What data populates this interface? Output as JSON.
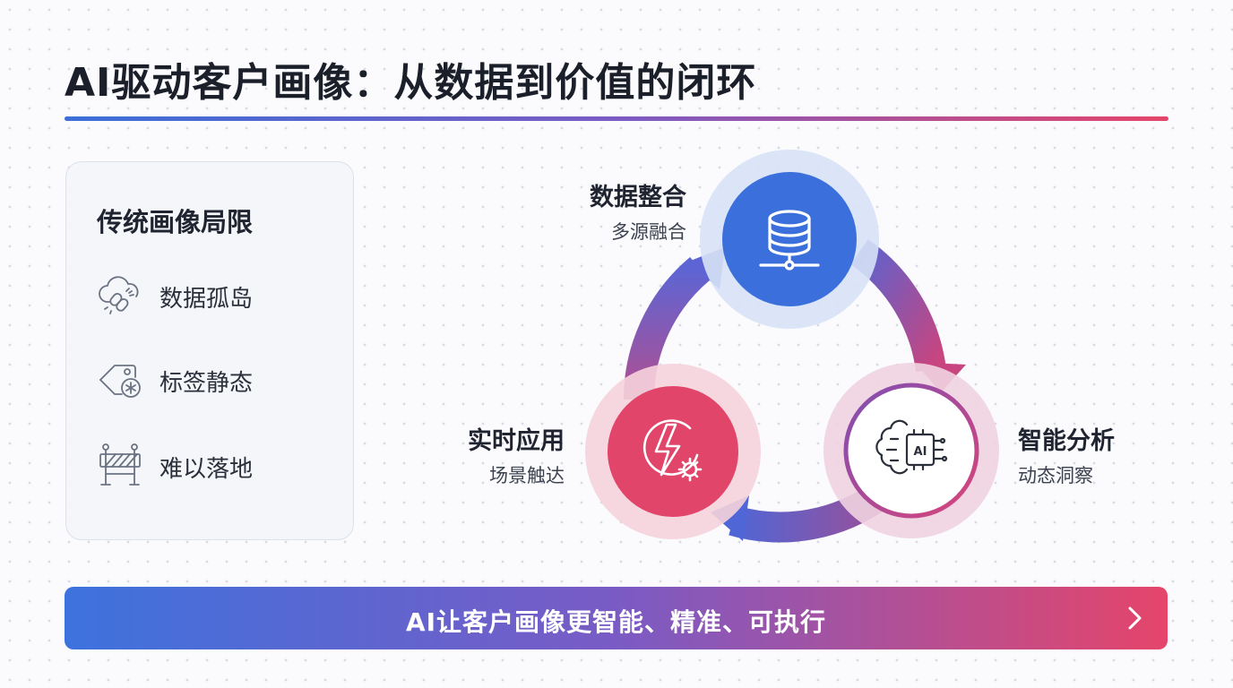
{
  "title": "AI驱动客户画像：从数据到价值的闭环",
  "limitations": {
    "heading": "传统画像局限",
    "items": [
      {
        "label": "数据孤岛",
        "icon": "broken-cloud-link-icon"
      },
      {
        "label": "标签静态",
        "icon": "tag-snowflake-icon"
      },
      {
        "label": "难以落地",
        "icon": "road-barrier-icon"
      }
    ]
  },
  "cycle": {
    "nodes": [
      {
        "title": "数据整合",
        "subtitle": "多源融合",
        "icon": "database-icon",
        "color": "#3a6fdc"
      },
      {
        "title": "智能分析",
        "subtitle": "动态洞察",
        "icon": "ai-brain-chip-icon",
        "color": "#a8488f"
      },
      {
        "title": "实时应用",
        "subtitle": "场景触达",
        "icon": "lightning-gear-icon",
        "color": "#e2456a"
      }
    ]
  },
  "banner": {
    "text": "AI让客户画像更智能、精准、可执行",
    "icon": "chevron-right-icon"
  },
  "colors": {
    "blue": "#3a6fdc",
    "purple": "#7a5bc4",
    "pink": "#e5456a"
  }
}
